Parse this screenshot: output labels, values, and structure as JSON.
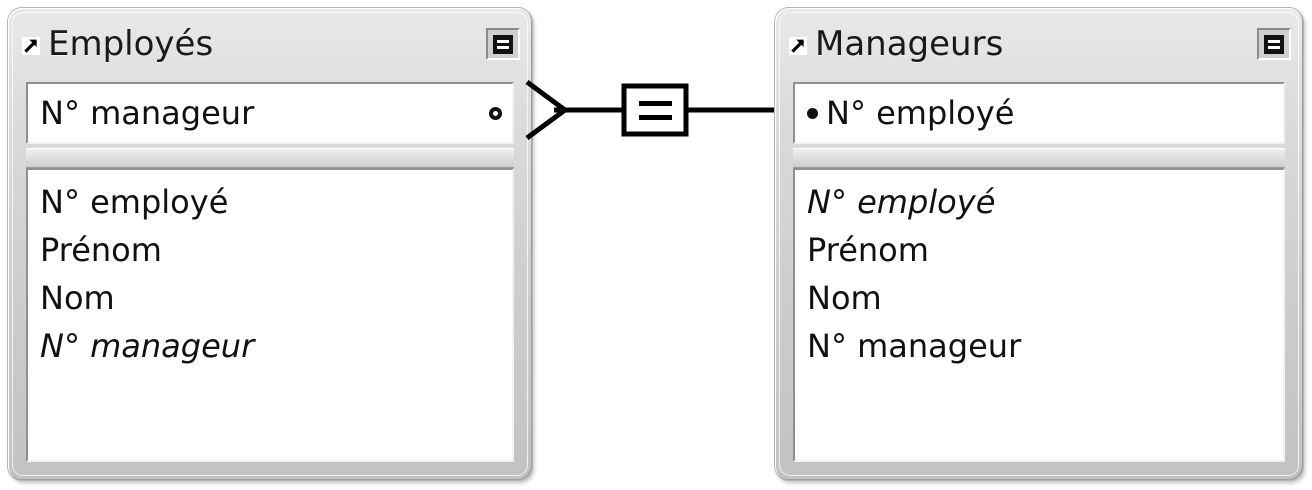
{
  "diagram": {
    "type": "entity-relationship",
    "tables": [
      {
        "id": "employes",
        "title": "Employés",
        "title_icon": "open-window-arrow-icon",
        "menu_icon": "list-menu-icon",
        "key_field": {
          "label": "N° manageur",
          "marker": "hollow-circle",
          "marker_side": "right"
        },
        "fields": [
          {
            "label": "N° employé",
            "italic": false
          },
          {
            "label": "Prénom",
            "italic": false
          },
          {
            "label": "Nom",
            "italic": false
          },
          {
            "label": "N° manageur",
            "italic": true
          }
        ]
      },
      {
        "id": "manageurs",
        "title": "Manageurs",
        "title_icon": "open-window-arrow-icon",
        "menu_icon": "list-menu-icon",
        "key_field": {
          "label": "N° employé",
          "marker": "solid-dot",
          "marker_side": "left"
        },
        "fields": [
          {
            "label": "N° employé",
            "italic": true
          },
          {
            "label": "Prénom",
            "italic": false
          },
          {
            "label": "Nom",
            "italic": false
          },
          {
            "label": "N° manageur",
            "italic": false
          }
        ]
      }
    ],
    "relationship": {
      "left_cardinality": "many",
      "left_symbol": "crows-foot",
      "operator": "=",
      "right_cardinality": "one",
      "right_symbol": "line"
    }
  },
  "colors": {
    "frame": "#cfcfcf",
    "frame_light": "#ffffff",
    "frame_dark": "#8f8f8f",
    "row_background": "#ffffff",
    "text": "#111111",
    "connector": "#000000"
  }
}
